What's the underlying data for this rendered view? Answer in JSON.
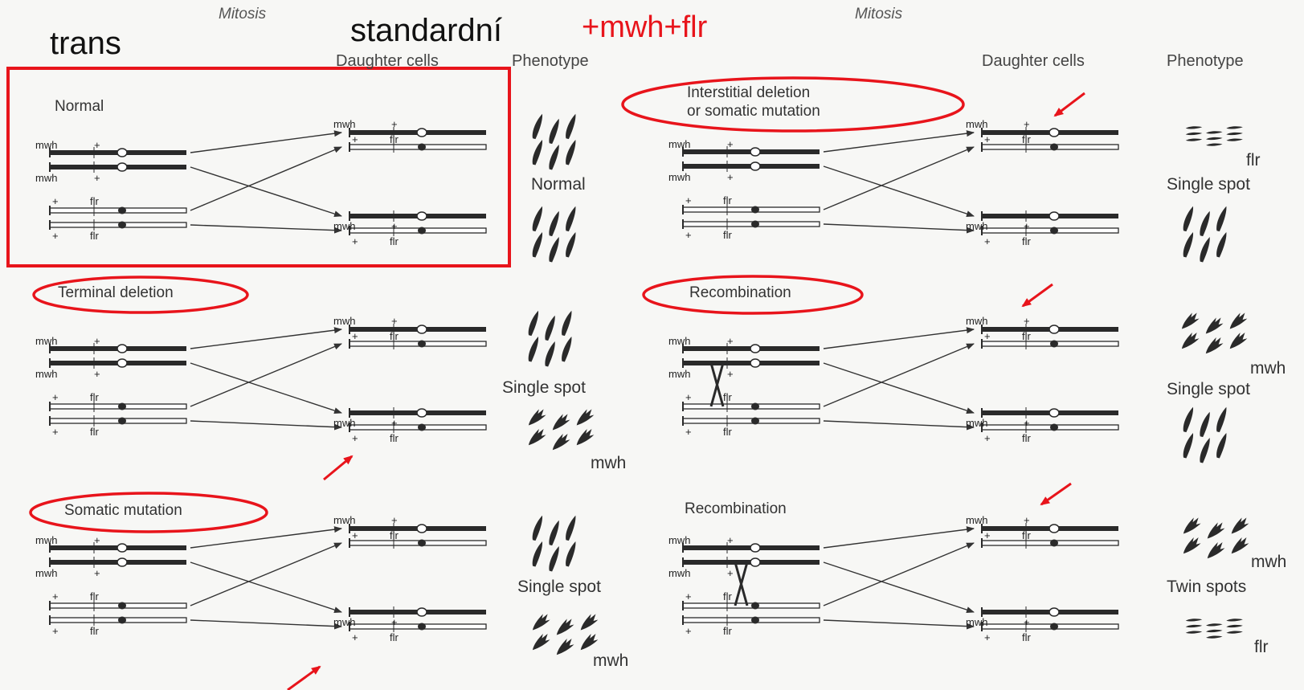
{
  "header": {
    "trans": "trans",
    "standard": "standardní",
    "genotype": "+mwh+flr",
    "mitosis_left": "Mitosis",
    "mitosis_right": "Mitosis",
    "daughter_cells_left": "Daughter cells",
    "phenotype_left": "Phenotype",
    "daughter_cells_right": "Daughter cells",
    "phenotype_right": "Phenotype"
  },
  "panels": {
    "normal": {
      "title": "Normal",
      "phenotype": "Normal"
    },
    "terminal_deletion": {
      "title": "Terminal deletion",
      "phenotype": "Single spot",
      "marker": "mwh"
    },
    "somatic_mutation": {
      "title": "Somatic mutation",
      "phenotype": "Single spot",
      "marker": "mwh"
    },
    "interstitial": {
      "title_line1": "Interstitial deletion",
      "title_line2": "or somatic mutation",
      "phenotype": "Single spot",
      "marker": "flr"
    },
    "recombination1": {
      "title": "Recombination",
      "phenotype": "Single spot",
      "marker": "mwh"
    },
    "recombination2": {
      "title": "Recombination",
      "phenotype": "Twin spots",
      "marker_top": "mwh",
      "marker_bottom": "flr"
    }
  },
  "genes": {
    "mwh": "mwh",
    "flr": "flr",
    "plus": "+"
  },
  "colors": {
    "highlight": "#e8141b",
    "chromosome": "#2a2a2a"
  }
}
